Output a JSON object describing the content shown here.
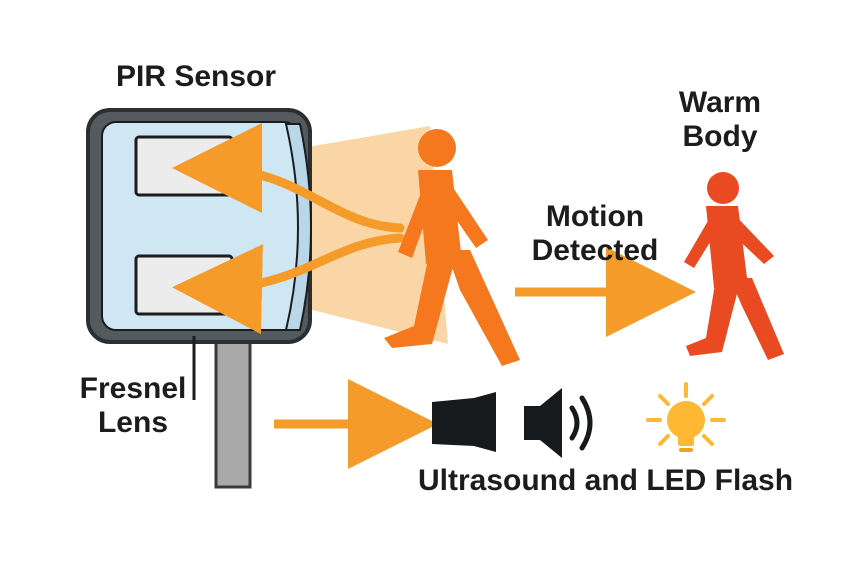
{
  "labels": {
    "pir_sensor": "PIR Sensor",
    "warm_body_line1": "Warm",
    "warm_body_line2": "Body",
    "motion_line1": "Motion",
    "motion_line2": "Detected",
    "fresnel_line1": "Fresnel",
    "fresnel_line2": "Lens",
    "output_caption": "Ultrasound and LED Flash"
  },
  "icons": {
    "sensor": "pir-sensor-icon",
    "walker_near": "walking-person-icon",
    "walker_far": "walking-person-icon",
    "speaker_block": "ultrasound-emitter-icon",
    "speaker": "speaker-sound-icon",
    "bulb": "light-bulb-icon"
  },
  "colors": {
    "orange_arrow": "#f59b2a",
    "person_near": "#f5781f",
    "person_far": "#ea4a21",
    "sensor_frame": "#555a5e",
    "sensor_face": "#cfe6f3",
    "beam": "#f8c88a",
    "bulb": "#ffb833",
    "dark": "#1c1c1c"
  }
}
